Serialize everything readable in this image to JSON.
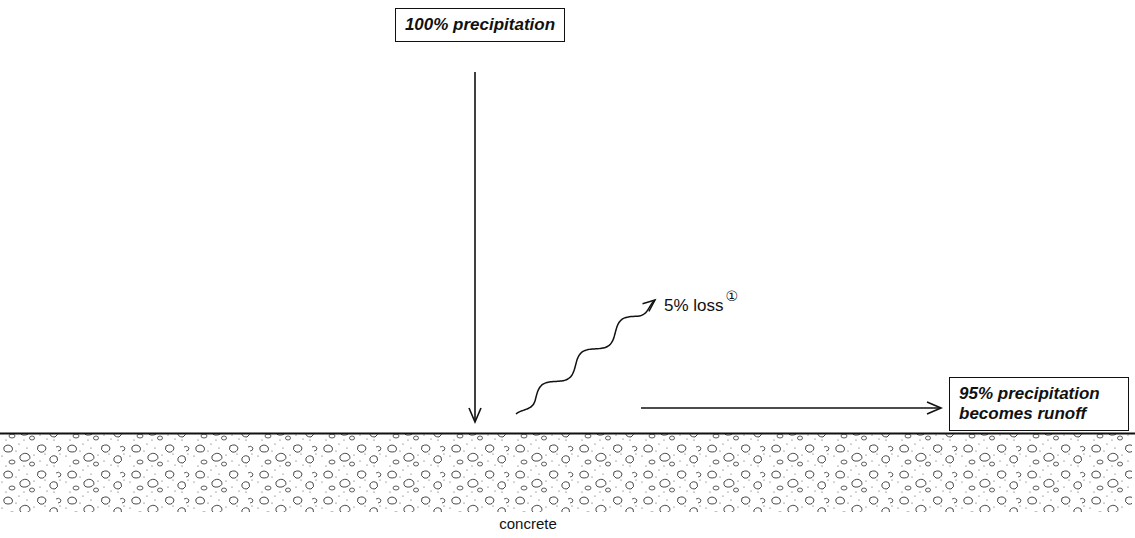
{
  "diagram": {
    "nodes": [
      {
        "text": [
          "100% precipitation"
        ]
      },
      {
        "text": [
          "95% precipitation becomes runoff"
        ]
      }
    ],
    "labels": [
      "5% loss",
      "①",
      "concrete"
    ]
  }
}
